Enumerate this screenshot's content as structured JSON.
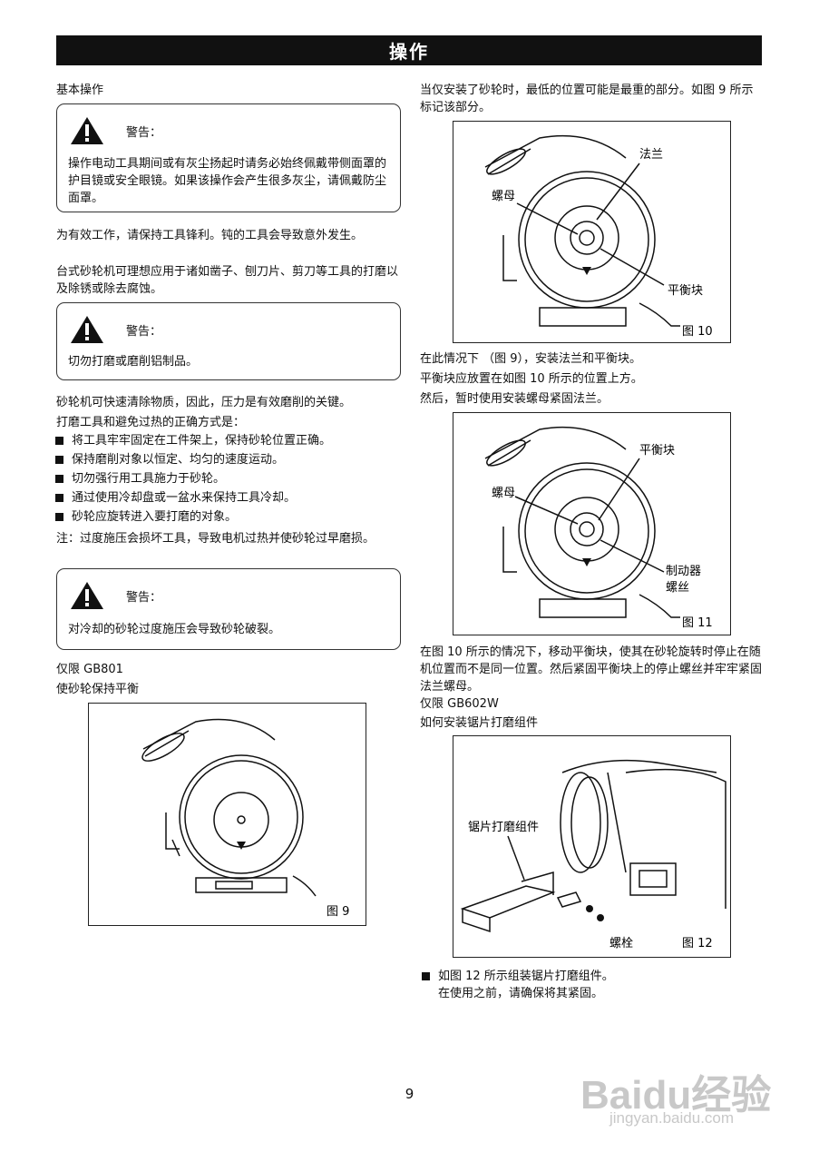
{
  "header": {
    "title": "操作"
  },
  "left": {
    "basic_op": "基本操作",
    "warn1": {
      "label": "警告：",
      "body": "操作电动工具期间或有灰尘扬起时请务必始终佩戴带侧面罩的护目镜或安全眼镜。如果该操作会产生很多灰尘，请佩戴防尘面罩。"
    },
    "para1": "为有效工作，请保持工具锋利。钝的工具会导致意外发生。",
    "para2": "台式砂轮机可理想应用于诸如凿子、刨刀片、剪刀等工具的打磨以及除锈或除去腐蚀。",
    "warn2": {
      "label": "警告：",
      "body": "切勿打磨或磨削铝制品。"
    },
    "para3": "砂轮机可快速清除物质，因此，压力是有效磨削的关键。",
    "para4": "打磨工具和避免过热的正确方式是：",
    "bullets": [
      "将工具牢牢固定在工件架上，保持砂轮位置正确。",
      "保持磨削对象以恒定、均匀的速度运动。",
      "切勿强行用工具施力于砂轮。",
      "通过使用冷却盘或一盆水来保持工具冷却。",
      "砂轮应旋转进入要打磨的对象。"
    ],
    "note": "注：过度施压会损坏工具，导致电机过热并使砂轮过早磨损。",
    "warn3": {
      "label": "警告：",
      "body": "对冷却的砂轮过度施压会导致砂轮破裂。"
    },
    "gb801": "仅限 GB801",
    "balance": "使砂轮保持平衡",
    "fig9": "图 9"
  },
  "right": {
    "para1": "当仅安装了砂轮时，最低的位置可能是最重的部分。如图 9 所示标记该部分。",
    "fig10": {
      "caption": "图 10",
      "flange": "法兰",
      "nut": "螺母",
      "balancer": "平衡块"
    },
    "para2": "在此情况下 （图 9），安装法兰和平衡块。",
    "para3": "平衡块应放置在如图 10 所示的位置上方。",
    "para4": "然后，暂时使用安装螺母紧固法兰。",
    "fig11": {
      "caption": "图 11",
      "balancer": "平衡块",
      "nut": "螺母",
      "brake1": "制动器",
      "brake2": "螺丝"
    },
    "para5": "在图 10 所示的情况下，移动平衡块，使其在砂轮旋转时停止在随机位置而不是同一位置。然后紧固平衡块上的停止螺丝并牢牢紧固法兰螺母。",
    "gb602w": "仅限 GB602W",
    "howto": "如何安装锯片打磨组件",
    "fig12": {
      "caption": "图 12",
      "assembly": "锯片打磨组件",
      "bolt": "螺栓"
    },
    "bullet1": "如图 12 所示组装锯片打磨组件。",
    "bullet1b": "在使用之前，请确保将其紧固。"
  },
  "footer": {
    "page": "9"
  },
  "watermark": {
    "brand": "Baidu经验",
    "url": "jingyan.baidu.com"
  }
}
